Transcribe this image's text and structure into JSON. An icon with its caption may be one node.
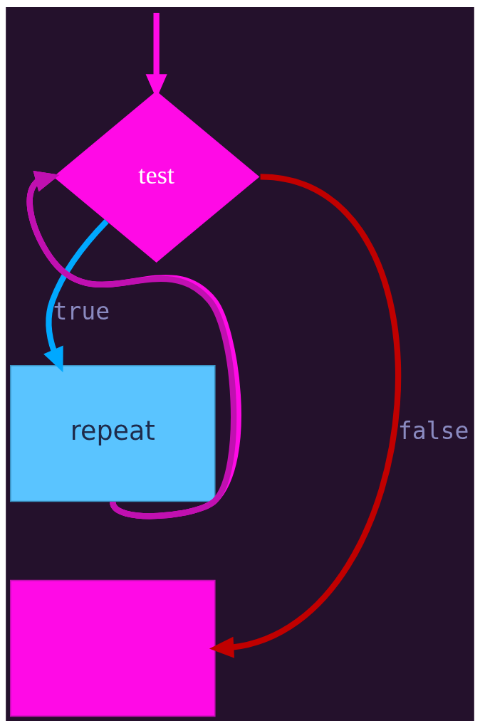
{
  "diagram": {
    "nodes": [
      {
        "text": [
          "test"
        ]
      },
      {
        "text": [
          "repeat"
        ]
      },
      {
        "text": [],
        "shape": "box"
      }
    ],
    "edges": [
      {
        "from": null,
        "to": 0,
        "arrow": "to"
      },
      {
        "from": 0,
        "to": 1,
        "arrow": "to",
        "label": "true",
        "color": "#00a8ff"
      },
      {
        "from": 0,
        "to": 2,
        "arrow": "to",
        "label": "false",
        "color": "#c00000"
      },
      {
        "from": 1,
        "to": 0,
        "arrow": "to"
      },
      {
        "from": 1,
        "to": 0,
        "arrow": "to",
        "color": "#c010b0"
      }
    ]
  }
}
